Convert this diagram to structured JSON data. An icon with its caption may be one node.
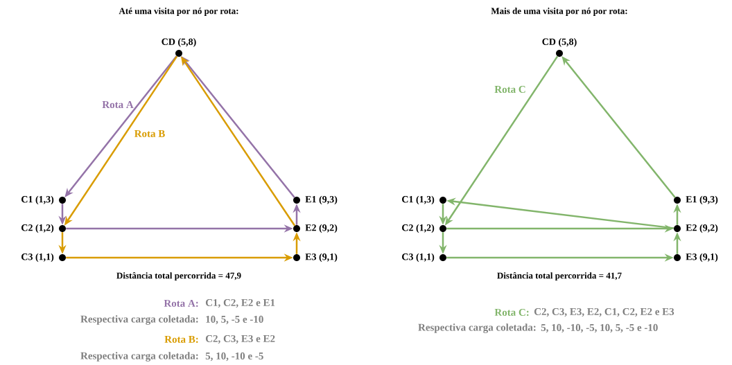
{
  "diagram": {
    "nodes": [
      {
        "text": [],
        "shape": "circle",
        "beside": [
          "CD (5,8)"
        ]
      },
      {
        "text": [],
        "shape": "circle",
        "beside": [
          "C1 (1,3)"
        ]
      },
      {
        "text": [],
        "shape": "circle",
        "beside": [
          "C2 (1,2)"
        ]
      },
      {
        "text": [],
        "shape": "circle",
        "beside": [
          "C3 (1,1)"
        ]
      },
      {
        "text": [],
        "shape": "circle",
        "beside": [
          "E1 (9,3)"
        ]
      },
      {
        "text": [],
        "shape": "circle",
        "beside": [
          "E2 (9,2)"
        ]
      },
      {
        "text": [],
        "shape": "circle",
        "beside": [
          "E3 (9,1)"
        ]
      },
      {
        "text": [],
        "shape": "circle",
        "beside": [
          "CD (5,8)"
        ]
      },
      {
        "text": [],
        "shape": "circle",
        "beside": [
          "C1 (1,3)"
        ]
      },
      {
        "text": [],
        "shape": "circle",
        "beside": [
          "C2 (1,2)"
        ]
      },
      {
        "text": [],
        "shape": "circle",
        "beside": [
          "C3 (1,1)"
        ]
      },
      {
        "text": [],
        "shape": "circle",
        "beside": [
          "E1 (9,3)"
        ]
      },
      {
        "text": [],
        "shape": "circle",
        "beside": [
          "E2 (9,2)"
        ]
      },
      {
        "text": [],
        "shape": "circle",
        "beside": [
          "E3 (9,1)"
        ]
      }
    ],
    "edges": [
      {
        "from": 0,
        "to": 1,
        "arrow": "to",
        "label": "Rota A",
        "color": "#9473a8"
      },
      {
        "from": 1,
        "to": 2,
        "arrow": "to",
        "color": "#9473a8"
      },
      {
        "from": 2,
        "to": 5,
        "arrow": "to",
        "color": "#9473a8"
      },
      {
        "from": 5,
        "to": 4,
        "arrow": "to",
        "color": "#9473a8"
      },
      {
        "from": 4,
        "to": 0,
        "arrow": "to",
        "color": "#9473a8"
      },
      {
        "from": 0,
        "to": 2,
        "arrow": "to",
        "label": "Rota B",
        "color": "#d99c00"
      },
      {
        "from": 2,
        "to": 3,
        "arrow": "to",
        "color": "#d99c00"
      },
      {
        "from": 3,
        "to": 6,
        "arrow": "to",
        "color": "#d99c00"
      },
      {
        "from": 6,
        "to": 5,
        "arrow": "to",
        "color": "#d99c00"
      },
      {
        "from": 5,
        "to": 0,
        "arrow": "to",
        "color": "#d99c00"
      },
      {
        "from": 7,
        "to": 9,
        "arrow": "to",
        "label": "Rota C",
        "color": "#82b56b"
      },
      {
        "from": 9,
        "to": 10,
        "arrow": "to",
        "color": "#82b56b"
      },
      {
        "from": 10,
        "to": 13,
        "arrow": "to",
        "color": "#82b56b"
      },
      {
        "from": 13,
        "to": 12,
        "arrow": "to",
        "color": "#82b56b"
      },
      {
        "from": 12,
        "to": 8,
        "arrow": "to",
        "color": "#82b56b"
      },
      {
        "from": 8,
        "to": 9,
        "arrow": "to",
        "color": "#82b56b"
      },
      {
        "from": 9,
        "to": 12,
        "arrow": "to",
        "color": "#82b56b"
      },
      {
        "from": 12,
        "to": 11,
        "arrow": "to",
        "color": "#82b56b"
      },
      {
        "from": 11,
        "to": 7,
        "arrow": "to",
        "color": "#82b56b"
      }
    ],
    "labels": [
      "Até uma visita por nó por rota:",
      "Mais de uma visita por nó por rota:",
      "Distância total percorrida = 47,9",
      "Distância total percorrida = 41,7",
      "Rota A:",
      "C1, C2, E2 e E1",
      "Respectiva carga coletada:",
      "10, 5, -5 e -10",
      "Rota B:",
      "C2, C3, E3 e E2",
      "Respectiva carga coletada:",
      "5, 10, -10 e -5",
      "Rota C:",
      "C2, C3, E3, E2, C1, C2, E2 e E3",
      "Respectiva carga coletada:",
      "5, 10, -10, -5, 10, 5, -5 e -10"
    ]
  }
}
